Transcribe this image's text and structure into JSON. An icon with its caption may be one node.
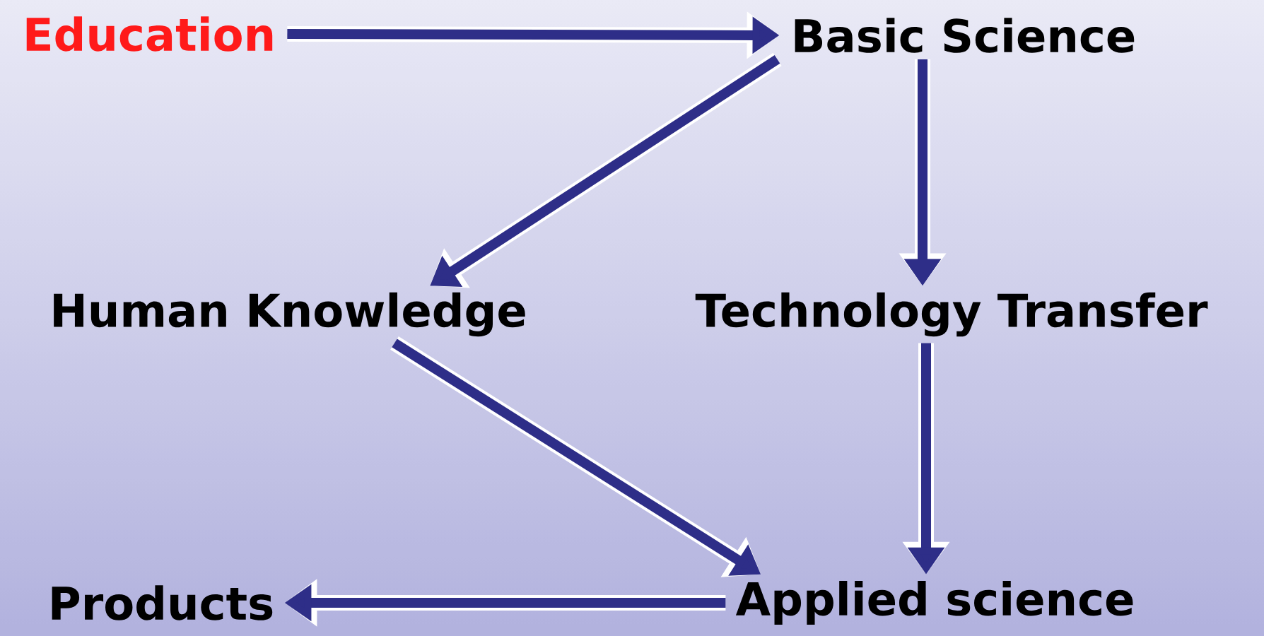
{
  "diagram": {
    "nodes": [
      {
        "text": [
          "Education"
        ]
      },
      {
        "text": [
          "Basic Science"
        ]
      },
      {
        "text": [
          "Human Knowledge"
        ]
      },
      {
        "text": [
          "Technology Transfer"
        ]
      },
      {
        "text": [
          "Products"
        ]
      },
      {
        "text": [
          "Applied science"
        ]
      }
    ],
    "edges": [
      {
        "from": 0,
        "to": 1,
        "arrow": "to"
      },
      {
        "from": 1,
        "to": 2,
        "arrow": "to"
      },
      {
        "from": 1,
        "to": 3,
        "arrow": "to"
      },
      {
        "from": 2,
        "to": 5,
        "arrow": "to"
      },
      {
        "from": 3,
        "to": 5,
        "arrow": "to"
      },
      {
        "from": 5,
        "to": 4,
        "arrow": "to"
      }
    ]
  }
}
